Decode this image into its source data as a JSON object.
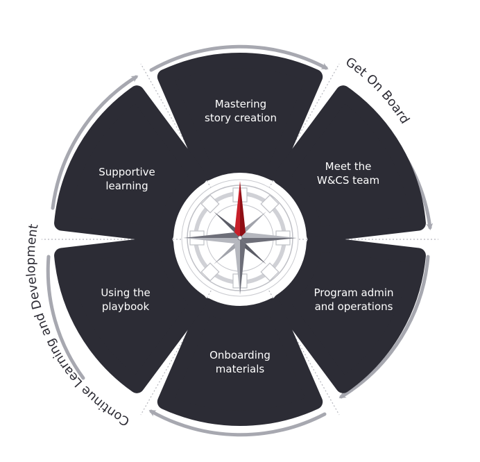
{
  "colors": {
    "segment": "#2c2c35",
    "arrow": "#a7a8b0",
    "needle": "#b8121b",
    "compass": "#8e9099",
    "text": "#ffffff"
  },
  "segments": [
    {
      "id": "top",
      "line1": "Mastering",
      "line2": "story creation"
    },
    {
      "id": "upper-right",
      "line1": "Meet the",
      "line2": "W&CS team"
    },
    {
      "id": "lower-right",
      "line1": "Program admin",
      "line2": "and operations"
    },
    {
      "id": "bottom",
      "line1": "Onboarding",
      "line2": "materials"
    },
    {
      "id": "lower-left",
      "line1": "Using the",
      "line2": "playbook"
    },
    {
      "id": "upper-left",
      "line1": "Supportive",
      "line2": "learning"
    }
  ],
  "outer_labels": {
    "right": "Get On Board",
    "left": "Continue Learning and Development"
  },
  "center_icon": "compass-rose-icon"
}
